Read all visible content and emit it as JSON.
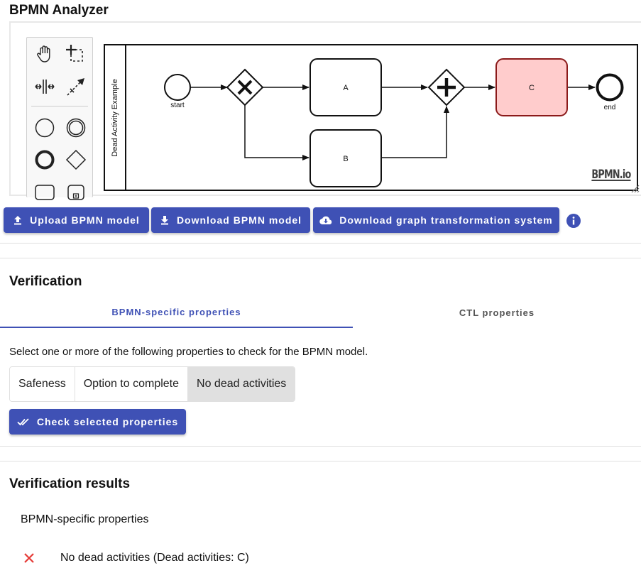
{
  "app": {
    "title": "BPMN Analyzer"
  },
  "diagram": {
    "pool_label": "Dead Activity Example",
    "start_label": "start",
    "end_label": "end",
    "task_a": "A",
    "task_b": "B",
    "task_c": "C",
    "logo": "BPMN.io",
    "highlight_fill": "#ffcccc",
    "highlight_stroke": "#8b1a1a"
  },
  "palette": {
    "tools": [
      "hand-tool",
      "lasso-tool",
      "space-tool",
      "global-connect-tool",
      "start-event",
      "intermediate-event",
      "end-event",
      "gateway",
      "task",
      "subprocess"
    ]
  },
  "toolbar": {
    "upload_label": "Upload BPMN model",
    "download_label": "Download BPMN model",
    "download_gts_label": "Download graph transformation system"
  },
  "verification": {
    "title": "Verification",
    "tabs": [
      {
        "label": "BPMN-specific properties",
        "active": true
      },
      {
        "label": "CTL properties",
        "active": false
      }
    ],
    "instructions": "Select one or more of the following properties to check for the BPMN model.",
    "options": [
      {
        "label": "Safeness",
        "selected": false
      },
      {
        "label": "Option to complete",
        "selected": false
      },
      {
        "label": "No dead activities",
        "selected": true
      }
    ],
    "check_label": "Check selected properties"
  },
  "results": {
    "title": "Verification results",
    "subtitle": "BPMN-specific properties",
    "items": [
      {
        "text": "No dead activities (Dead activities: C)",
        "status": "fail"
      }
    ]
  },
  "colors": {
    "primary": "#3f51b5",
    "fail": "#e53935"
  }
}
